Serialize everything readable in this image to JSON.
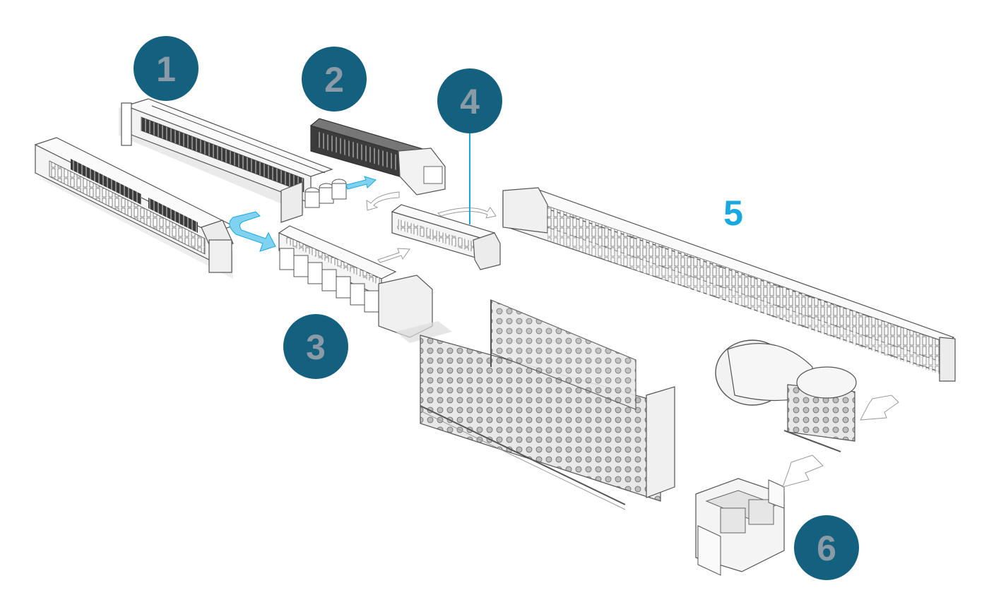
{
  "colors": {
    "badge_fill": "#14607f",
    "badge_text": "#8a9aa6",
    "accent_blue": "#1aa8e0",
    "arrow_blue": "#7fd3f0",
    "machine_stroke": "#555555",
    "machine_fill": "#f5f5f5",
    "machine_shadow": "#d8d8d8"
  },
  "badges": [
    {
      "id": "1",
      "label": "1"
    },
    {
      "id": "2",
      "label": "2"
    },
    {
      "id": "3",
      "label": "3"
    },
    {
      "id": "4",
      "label": "4"
    },
    {
      "id": "6",
      "label": "6"
    }
  ],
  "step5": {
    "label": "5"
  },
  "machines": [
    {
      "name": "ring-frame-machine",
      "step": "1"
    },
    {
      "name": "second-ring-frame-machine",
      "step": "1"
    },
    {
      "name": "draw-frame-machine",
      "step": "2"
    },
    {
      "name": "can-feed-machine",
      "step": "3"
    },
    {
      "name": "roving-frame-machine",
      "step": "4"
    },
    {
      "name": "winding-machine",
      "step": "5"
    },
    {
      "name": "creel-rack-machine",
      "step": "3"
    },
    {
      "name": "autoclave-steamer",
      "step": "5"
    },
    {
      "name": "packing-station",
      "step": "6"
    }
  ]
}
